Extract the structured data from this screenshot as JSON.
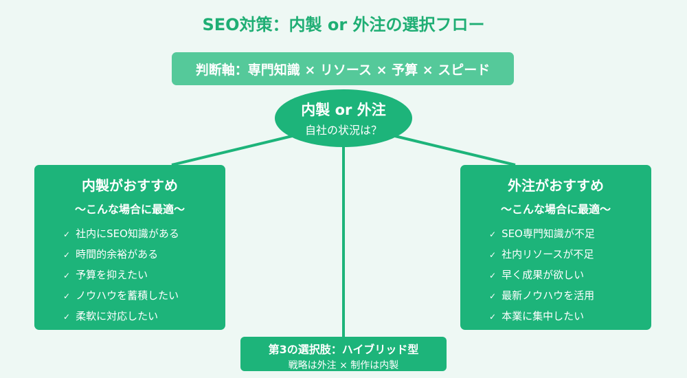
{
  "title": "SEO対策：内製 or 外注の選択フロー",
  "criteria": "判断軸：専門知識 × リソース × 予算 × スピード",
  "center": {
    "title": "内製 or 外注",
    "subtitle": "自社の状況は？"
  },
  "left": {
    "title": "内製がおすすめ",
    "subtitle": "〜こんな場合に最適〜",
    "items": [
      "社内にSEO知識がある",
      "時間的余裕がある",
      "予算を抑えたい",
      "ノウハウを蓄積したい",
      "柔軟に対応したい"
    ]
  },
  "right": {
    "title": "外注がおすすめ",
    "subtitle": "〜こんな場合に最適〜",
    "items": [
      "SEO専門知識が不足",
      "社内リソースが不足",
      "早く成果が欲しい",
      "最新ノウハウを活用",
      "本業に集中したい"
    ]
  },
  "hybrid": {
    "title": "第3の選択肢：ハイブリッド型",
    "subtitle": "戦略は外注 × 制作は内製"
  },
  "check": "✓",
  "colors": {
    "primary": "#1db47a",
    "light": "#55c99a",
    "background": "#eef8f4"
  }
}
